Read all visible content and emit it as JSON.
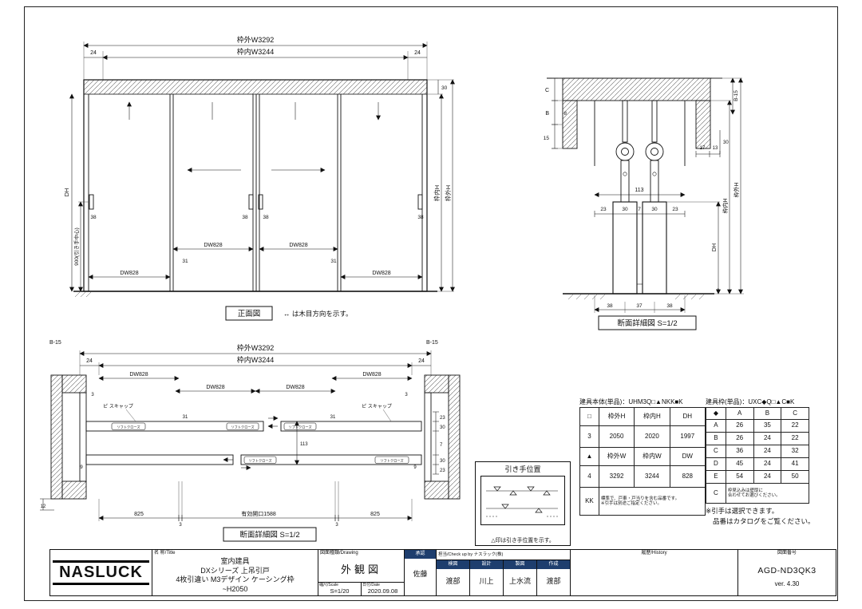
{
  "front_view": {
    "dim_outer_w": "枠外W3292",
    "dim_inner_w": "枠内W3244",
    "dim_24": "24",
    "dim_30": "30",
    "dim_dh": "DH",
    "dim_900": "900(引き手中心)",
    "dim_38": "38",
    "dim_dw828": "DW828",
    "dim_31": "31",
    "dim_outer_h": "枠外H",
    "dim_inner_h": "枠内H",
    "caption": "正面図",
    "grain_note": "↔ は木目方向を示す。"
  },
  "section_detail": {
    "dim_c": "C",
    "dim_b": "B",
    "dim_8": "8",
    "dim_15": "15",
    "dim_17": "17",
    "dim_13": "13",
    "dim_30": "30",
    "dim_b15": "B-15",
    "dim_113": "113",
    "dim_23": "23",
    "dim_7": "7",
    "dim_dh": "DH",
    "dim_inner_h": "枠内H",
    "dim_outer_h": "枠外H",
    "dim_38": "38",
    "dim_37": "37",
    "caption": "断面詳細図 S=1/2"
  },
  "plan_section": {
    "dim_b15": "B-15",
    "dim_outer_w": "枠外W3292",
    "dim_inner_w": "枠内W3244",
    "dim_24": "24",
    "dim_dw828": "DW828",
    "dim_3": "3",
    "callout_screw_cap": "ピ スキャップ",
    "soft_close": "ソフトクローズ",
    "dim_31": "31",
    "dim_23": "23",
    "dim_30": "30",
    "dim_7": "7",
    "dim_113": "113",
    "dim_9": "9",
    "dim_12": "12",
    "dim_825": "825",
    "dim_3b": "3",
    "dim_opening": "有効開口1588",
    "caption": "断面詳細図 S=1/2"
  },
  "handle_box": {
    "title": "引き手位置",
    "note": "△印は引き手位置を示す。"
  },
  "tables": {
    "body": {
      "title": "建具本体(単品)：UHM3Q□▲NKK■K",
      "rows": [
        [
          "□",
          "枠外H",
          "枠内H",
          "DH"
        ],
        [
          "3",
          "2050",
          "2020",
          "1997"
        ],
        [
          "▲",
          "枠外W",
          "枠内W",
          "DW"
        ],
        [
          "4",
          "3292",
          "3244",
          "828"
        ]
      ],
      "kk": "KK",
      "kk_note_1": "標準で、戸車・戸当りを含む品番です。",
      "kk_note_2": "※引手は別途ご指定ください。"
    },
    "frame": {
      "title": "建具枠(単品)：UXC◆Q□▲C■K",
      "header": [
        "◆",
        "A",
        "B",
        "C"
      ],
      "rows": [
        [
          "A",
          "26",
          "35",
          "22"
        ],
        [
          "B",
          "26",
          "24",
          "22"
        ],
        [
          "C",
          "36",
          "24",
          "32"
        ],
        [
          "D",
          "45",
          "24",
          "41"
        ],
        [
          "E",
          "54",
          "24",
          "50"
        ]
      ],
      "c": "C",
      "c_note_1": "枠見込みは壁厚に",
      "c_note_2": "合わせてお選びください。"
    }
  },
  "notes": {
    "select_note_1": "※引手は選択できます。",
    "select_note_2": "品番はカタログをご覧ください。"
  },
  "title_block": {
    "logo": "NASLUCK",
    "title_header": "名 称/Title",
    "title_line1": "室内建具",
    "title_line2": "DXシリーズ 上吊引戸",
    "title_line3": "4枚引違い M3デザイン ケーシング枠",
    "title_line4": "~H2050",
    "drawing_header": "図面種類/Drawing",
    "drawing_type": "外観図",
    "scale_header": "縮尺/Scale",
    "scale_value": "S=1/20",
    "date_header": "日付/Date",
    "date_value": "2020.09.08",
    "approver_header": "承認",
    "approver": "佐藤",
    "check_header": "担当/Check up by ナスラック(株)",
    "checker_headers": [
      "検図",
      "設計",
      "製図",
      "作成"
    ],
    "checkers": [
      "渡部",
      "川上",
      "上水流",
      "渡部"
    ],
    "history_header": "履歴/History",
    "number_header": "図面番号",
    "drawing_number": "AGD-ND3QK3",
    "version": "ver. 4.30"
  }
}
